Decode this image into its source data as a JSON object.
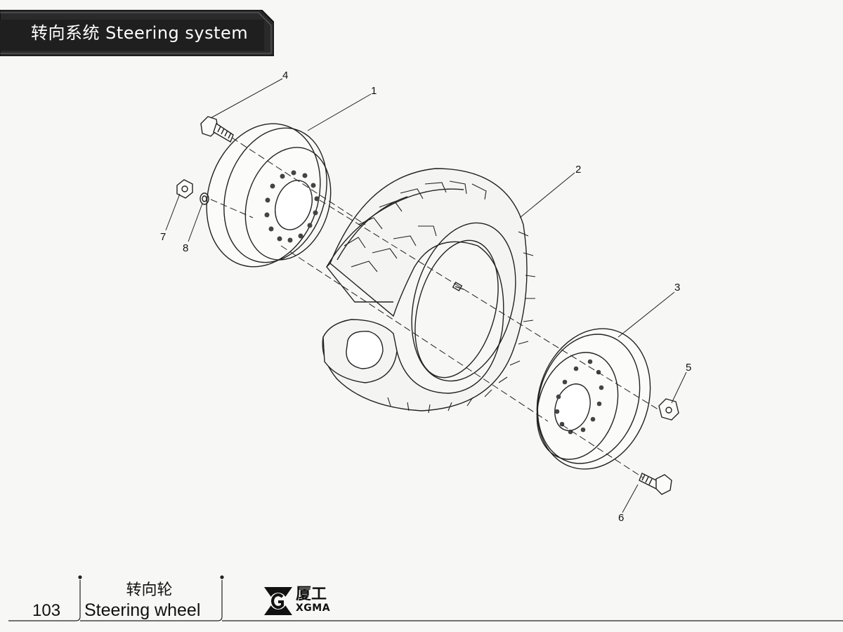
{
  "header": {
    "title": "转向系统  Steering system"
  },
  "diagram": {
    "callouts": [
      "1",
      "2",
      "3",
      "4",
      "5",
      "6",
      "7",
      "8"
    ]
  },
  "footer": {
    "page_number": "103",
    "caption_cn": "转向轮",
    "caption_en": "Steering wheel",
    "logo_cn": "厦工",
    "logo_en": "XGMA"
  }
}
